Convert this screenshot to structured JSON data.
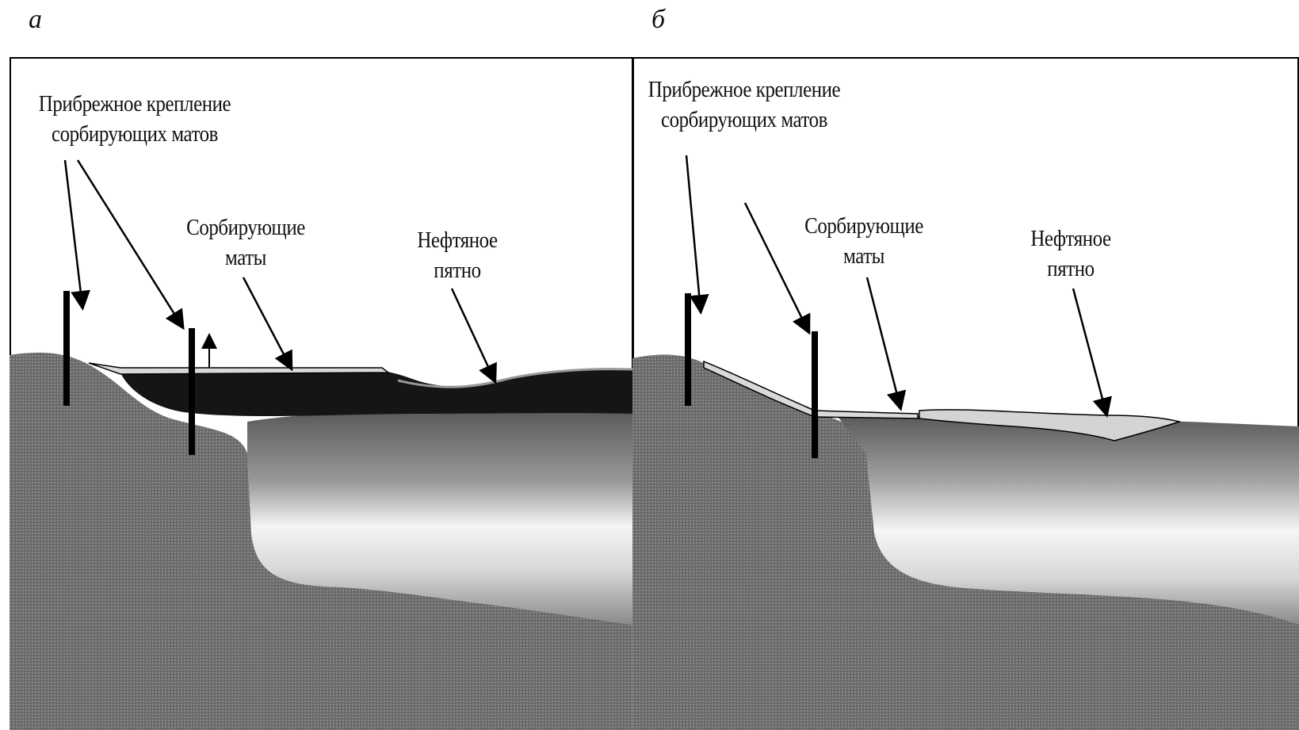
{
  "panels": [
    {
      "letter": "а",
      "labels": {
        "shore_mount": [
          "Прибрежное крепление",
          "сорбирующих матов"
        ],
        "mats": [
          "Сорбирующие",
          "маты"
        ],
        "oil_spot": [
          "Нефтяное",
          "пятно"
        ]
      }
    },
    {
      "letter": "б",
      "labels": {
        "shore_mount": [
          "Прибрежное крепление",
          "сорбирующих матов"
        ],
        "mats": [
          "Сорбирующие",
          "маты"
        ],
        "oil_spot": [
          "Нефтяное",
          "пятно"
        ]
      }
    }
  ],
  "colors": {
    "ground": "#6e6e6e",
    "ground_dark": "#4a4a4a",
    "water_light": "#f2f2f2",
    "water_mid": "#a8a8a8",
    "oil": "#151515",
    "mat": "#d9d9d9",
    "outline": "#000000"
  }
}
